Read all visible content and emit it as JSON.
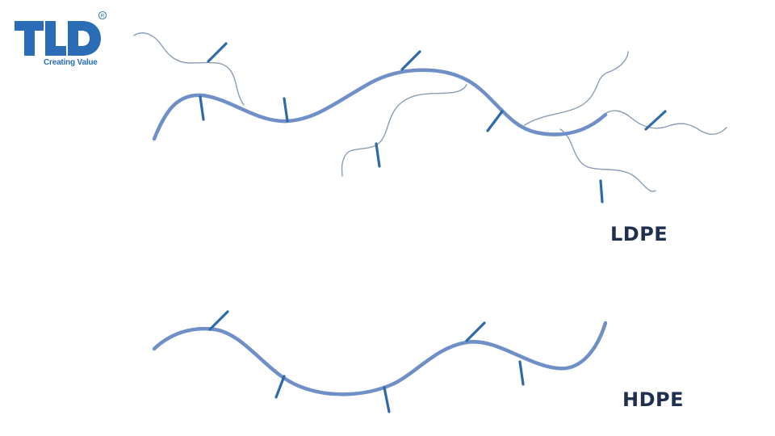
{
  "logo": {
    "mark": "TLD",
    "registered": "R",
    "tagline": "Creating Value",
    "color": "#2a6cb5"
  },
  "diagram": {
    "main_chain_color": "#6f8fc6",
    "branch_color": "#8a9db5",
    "side_group_color": "#2f6aa8"
  },
  "labels": {
    "ldpe": "LDPE",
    "hdpe": "HDPE",
    "color": "#1f2f4f"
  }
}
